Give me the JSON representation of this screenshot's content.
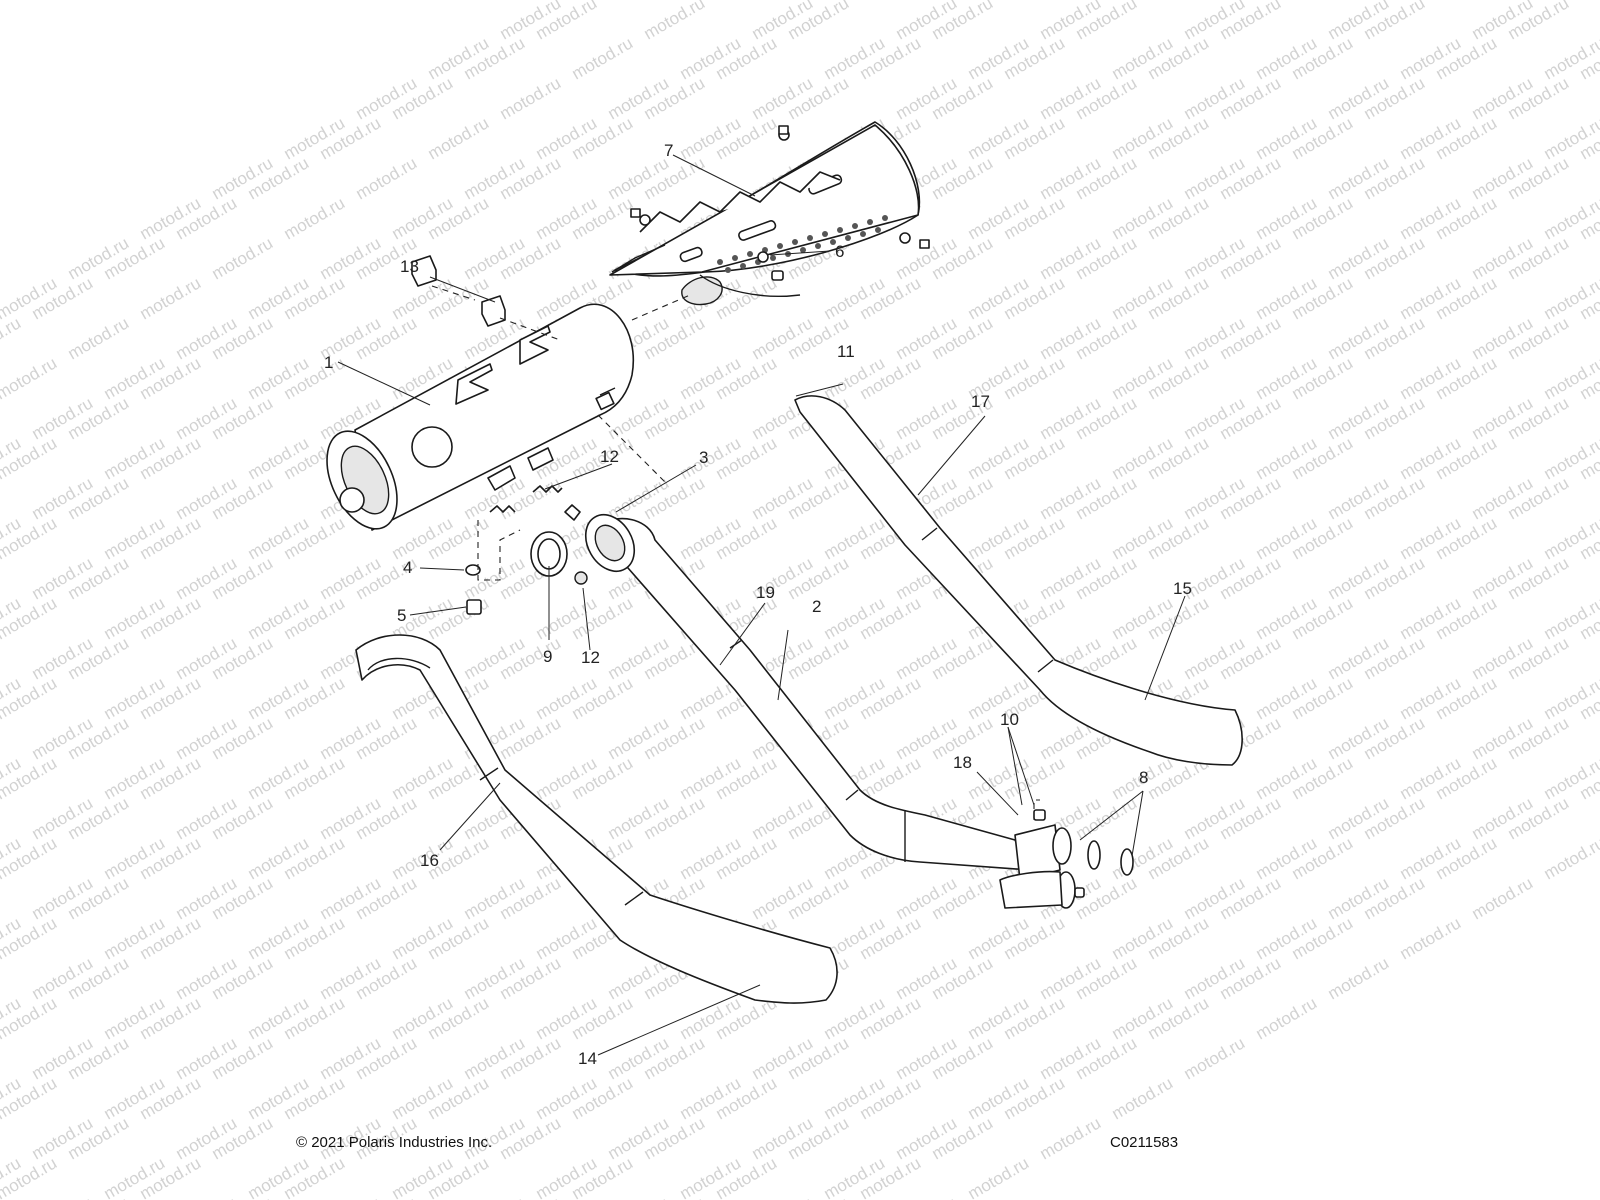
{
  "watermark": "motod.ru",
  "footer": {
    "copyright": "© 2021 Polaris Industries Inc.",
    "code": "C0211583"
  },
  "callouts": {
    "c1": "1",
    "c2": "2",
    "c3": "3",
    "c4": "4",
    "c5": "5",
    "c6": "6",
    "c7": "7",
    "c8": "8",
    "c9": "9",
    "c10": "10",
    "c11": "11",
    "c12a": "12",
    "c12b": "12",
    "c13": "13",
    "c14": "14",
    "c15": "15",
    "c16": "16",
    "c17": "17",
    "c18": "18",
    "c19": "19"
  }
}
